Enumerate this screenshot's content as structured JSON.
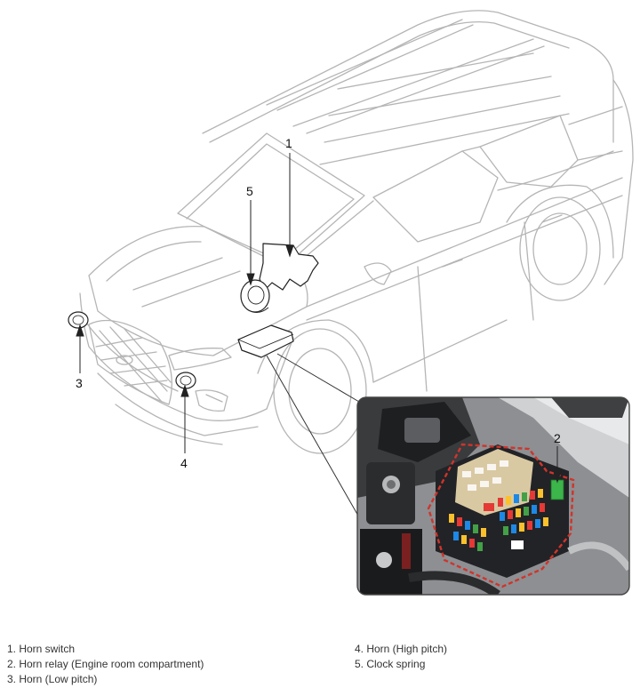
{
  "callouts": {
    "c1": "1",
    "c2": "2",
    "c3": "3",
    "c4": "4",
    "c5": "5"
  },
  "legend": {
    "left": [
      "1. Horn switch",
      "2. Horn relay (Engine room compartment)",
      "3. Horn (Low pitch)"
    ],
    "right": [
      "4. Horn (High pitch)",
      "5. Clock spring"
    ]
  },
  "colors": {
    "outline": "#b5b5b5",
    "leader": "#222222",
    "fuse_box_highlight": "#d0342c",
    "relay_green": "#3cb54a"
  }
}
